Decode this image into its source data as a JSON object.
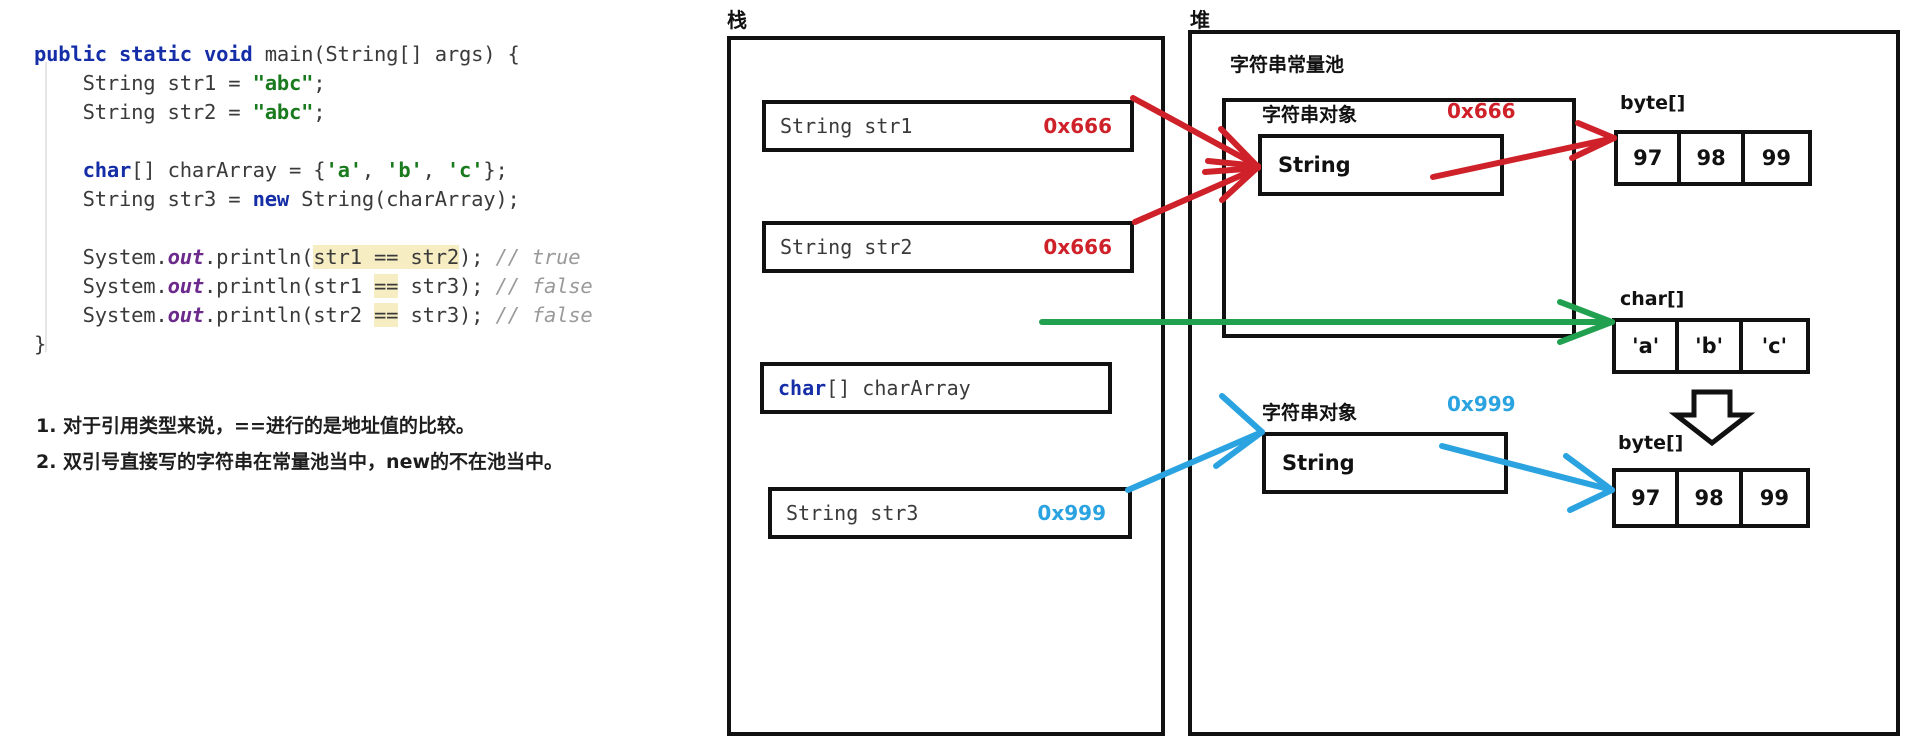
{
  "code": {
    "lines": [
      "public static void main(String[] args) {",
      "    String str1 = \"abc\";",
      "    String str2 = \"abc\";",
      "",
      "    char[] charArray = {'a', 'b', 'c'};",
      "    String str3 = new String(charArray);",
      "",
      "    System.out.println(str1 == str2); // true",
      "    System.out.println(str1 == str3); // false",
      "    System.out.println(str2 == str3); // false",
      "}"
    ],
    "keywords": [
      "public",
      "static",
      "void",
      "char",
      "new"
    ],
    "strings": [
      "\"abc\"",
      "'a'",
      "'b'",
      "'c'"
    ],
    "comments": [
      "// true",
      "// false",
      "// false"
    ],
    "highlight_text": "str1 == str2"
  },
  "notes": [
    "1. 对于引用类型来说，==进行的是地址值的比较。",
    "2. 双引号直接写的字符串在常量池当中，new的不在池当中。"
  ],
  "diagram": {
    "stack": {
      "label": "栈",
      "slots": [
        {
          "var": "String str1",
          "addr": "0x666",
          "addr_color": "#cf2129"
        },
        {
          "var": "String str2",
          "addr": "0x666",
          "addr_color": "#cf2129"
        },
        {
          "var": "char[] charArray",
          "addr": "",
          "addr_color": ""
        },
        {
          "var": "String str3",
          "addr": "0x999",
          "addr_color": "#2aa3e0"
        }
      ]
    },
    "heap": {
      "label": "堆",
      "pool_label": "字符串常量池",
      "pooled_object": {
        "title": "字符串对象",
        "addr": "0x666",
        "addr_color": "#cf2129",
        "type": "String"
      },
      "new_object": {
        "title": "字符串对象",
        "addr": "0x999",
        "addr_color": "#2aa3e0",
        "type": "String"
      },
      "arrays": [
        {
          "name": "byte[]",
          "cells": [
            "97",
            "98",
            "99"
          ]
        },
        {
          "name": "char[]",
          "cells": [
            "'a'",
            "'b'",
            "'c'"
          ]
        },
        {
          "name": "byte[]",
          "cells": [
            "97",
            "98",
            "99"
          ]
        }
      ]
    },
    "colors": {
      "red_arrow": "#cf2129",
      "green_arrow": "#21a050",
      "blue_arrow": "#2aa3e0",
      "box_border": "#111111",
      "highlight": "#f7edc3"
    }
  }
}
